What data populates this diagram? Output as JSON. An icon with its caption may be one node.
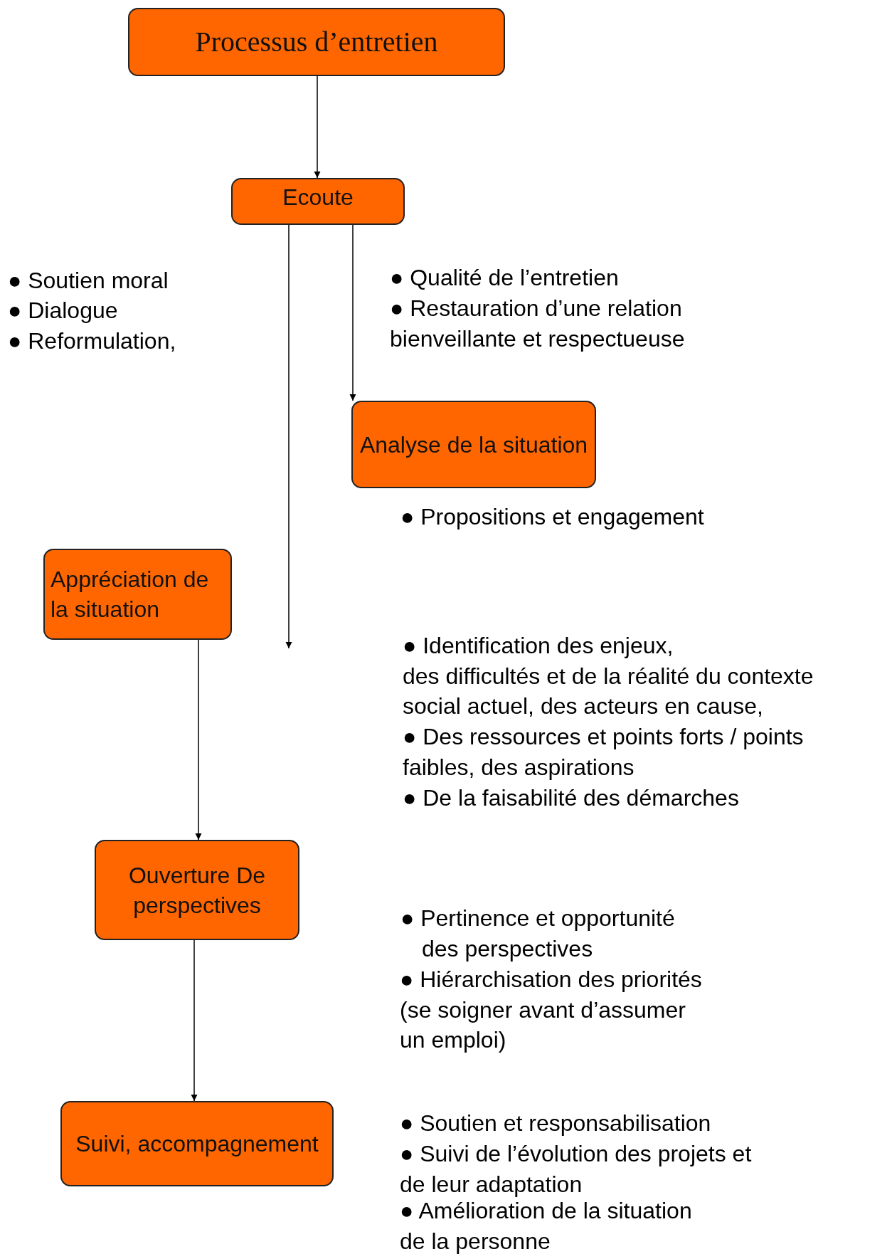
{
  "diagram": {
    "nodes": [
      {
        "text": [
          "Processus d’entretien"
        ]
      },
      {
        "text": [
          "Ecoute"
        ]
      },
      {
        "text": [
          "Analyse de la situation"
        ]
      },
      {
        "text": [
          "Appréciation de la situation"
        ]
      },
      {
        "text": [
          "Ouverture De perspectives"
        ]
      },
      {
        "text": [
          "Suivi, accompagnement"
        ]
      }
    ],
    "edges": [
      {
        "from": 0,
        "to": 1,
        "arrow": "to"
      },
      {
        "from": 1,
        "to": 2,
        "arrow": "to"
      },
      {
        "from": 1,
        "to": null,
        "arrow": "to"
      },
      {
        "from": 3,
        "to": 4,
        "arrow": "to"
      },
      {
        "from": 4,
        "to": 5,
        "arrow": "to"
      }
    ],
    "labels": [
      "● Soutien moral",
      "● Dialogue",
      "● Reformulation,",
      "● Qualité de l’entretien",
      "● Restauration d’une relation bienveillante et respectueuse",
      "● Propositions et engagement",
      "● Identification des enjeux, des difficultés et de la réalité du contexte social actuel, des acteurs en cause,",
      "● Des ressources et points forts / points faibles, des aspirations",
      "● De la faisabilité des démarches",
      "● Pertinence et opportunité des perspectives",
      "● Hiérarchisation des priorités (se soigner avant d’assumer un emploi)",
      "● Soutien et responsabilisation",
      "● Suivi de l’évolution des projets et de leur adaptation",
      "● Amélioration de la situation de la personne"
    ]
  }
}
